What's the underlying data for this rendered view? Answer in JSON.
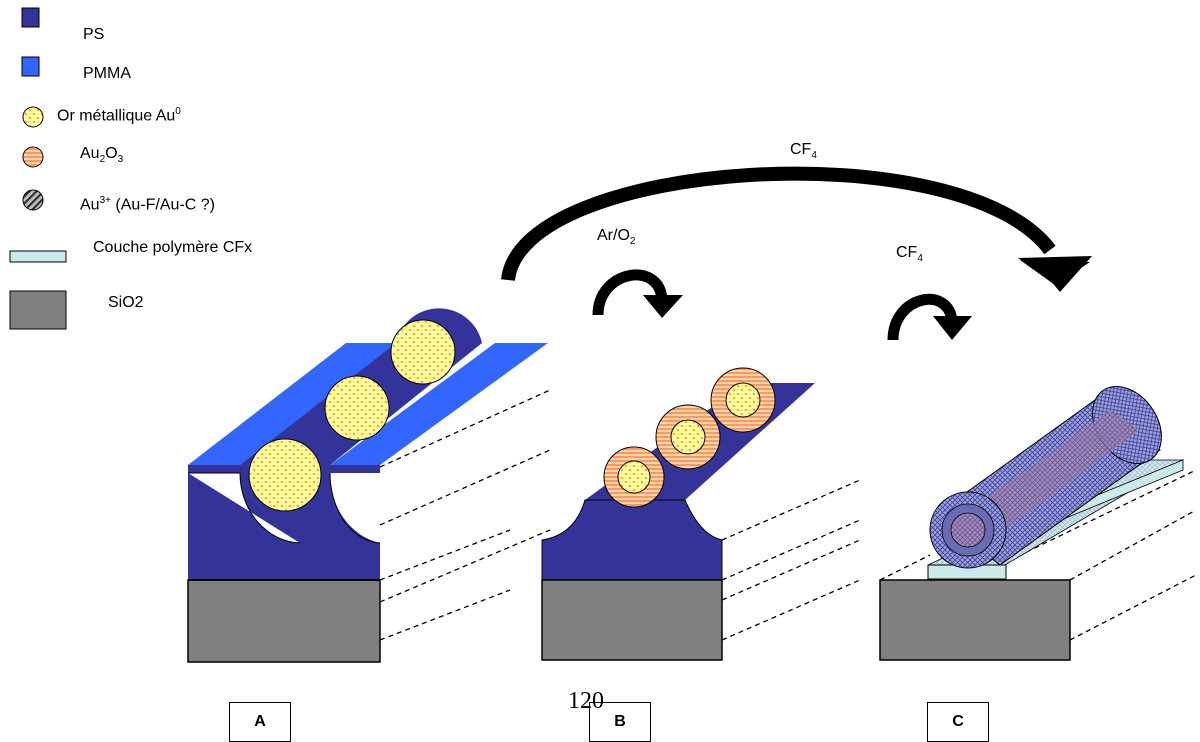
{
  "legend": {
    "ps": "PS",
    "pmma": "PMMA",
    "au0_text": "Or métallique Au",
    "au0_sup": "0",
    "au2o3_a": "Au",
    "au2o3_sub1": "2",
    "au2o3_b": "O",
    "au2o3_sub2": "3",
    "au3_a": "Au",
    "au3_sup": "3+",
    "au3_b": " (Au-F/Au-C ?)",
    "cfx": "Couche polymère CFx",
    "sio2": "SiO2"
  },
  "processes": {
    "cf4_top_a": "CF",
    "cf4_top_sub": "4",
    "aro2_a": "Ar/O",
    "aro2_sub": "2",
    "cf4_right_a": "CF",
    "cf4_right_sub": "4"
  },
  "panels": {
    "a": "A",
    "b": "B",
    "c": "C"
  },
  "page_number": "120",
  "colors": {
    "ps": "#333399",
    "pmma": "#3366ff",
    "gold_fill": "#ffff99",
    "gold_dots": "#e8b040",
    "oxide": "#ffa366",
    "substrate": "#808080",
    "cfx": "#cce9ec"
  }
}
